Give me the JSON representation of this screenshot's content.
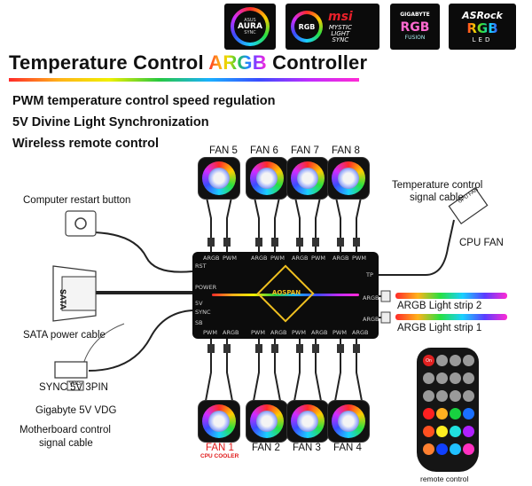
{
  "logos": {
    "aura": {
      "line1": "ASUS",
      "line2": "AURA",
      "line3": "SYNC"
    },
    "msi": {
      "brand": "msi",
      "line1": "MYSTIC",
      "line2": "LIGHT",
      "line3": "SYNC",
      "badge": "RGB"
    },
    "gigabyte": {
      "brand": "GIGABYTE",
      "line1": "RGB",
      "line2": "FUSION"
    },
    "asrock": {
      "brand": "ASRock",
      "line1": "RGB",
      "line2": "LED"
    }
  },
  "title": {
    "prefix": "Temperature Control ",
    "highlight": "ARGB",
    "suffix": " Controller"
  },
  "features": [
    "PWM temperature control speed regulation",
    "5V Divine Light Synchronization",
    "Wireless remote control"
  ],
  "fans_top": [
    "FAN 5",
    "FAN 6",
    "FAN 7",
    "FAN 8"
  ],
  "fans_bottom": [
    "FAN 1",
    "FAN 2",
    "FAN 3",
    "FAN 4"
  ],
  "fan1_sub": "CPU COOLER",
  "labels": {
    "restart": "Computer restart button",
    "sata_cable": "SATA power cable",
    "sata_plug": "SATA",
    "sync": "SYNC 5V 3PIN",
    "vdg_tag": "VDG",
    "gigabyte_vdg": "Gigabyte 5V VDG",
    "mb_signal_1": "Motherboard control",
    "mb_signal_2": "signal cable",
    "temp_signal_1": "Temperature control",
    "temp_signal_2": "signal cable",
    "cpu_fan": "CPU FAN",
    "cpu_fan_plug": "CPU FAN",
    "strip2": "ARGB Light strip 2",
    "strip1": "ARGB Light strip 1",
    "remote": "remote control"
  },
  "controller": {
    "brand": "AOSPAN",
    "top_ports": [
      "ARGB",
      "PWM",
      "ARGB",
      "PWM",
      "ARGB",
      "PWM",
      "ARGB",
      "PWM"
    ],
    "bottom_ports": [
      "PWM",
      "ARGB",
      "PWM",
      "ARGB",
      "PWM",
      "ARGB",
      "PWM",
      "ARGB"
    ],
    "left_ports": [
      "RST",
      "POWER",
      "5V",
      "SYNC",
      "SB"
    ],
    "right_ports": [
      "TP",
      "ARGB",
      "ARGB"
    ]
  },
  "remote": {
    "buttons": [
      {
        "label": "On",
        "color": "#e02020"
      },
      {
        "label": "",
        "color": "#9a9a9a"
      },
      {
        "label": "",
        "color": "#9a9a9a"
      },
      {
        "label": "",
        "color": "#9a9a9a"
      },
      {
        "label": "",
        "color": "#9a9a9a"
      },
      {
        "label": "",
        "color": "#9a9a9a"
      },
      {
        "label": "",
        "color": "#9a9a9a"
      },
      {
        "label": "",
        "color": "#9a9a9a"
      },
      {
        "label": "",
        "color": "#9a9a9a"
      },
      {
        "label": "",
        "color": "#9a9a9a"
      },
      {
        "label": "",
        "color": "#9a9a9a"
      },
      {
        "label": "",
        "color": "#9a9a9a"
      },
      {
        "label": "",
        "color": "#ff2020"
      },
      {
        "label": "",
        "color": "#ffb020"
      },
      {
        "label": "",
        "color": "#18d040"
      },
      {
        "label": "",
        "color": "#1a70ff"
      },
      {
        "label": "",
        "color": "#ff5020"
      },
      {
        "label": "",
        "color": "#ffee20"
      },
      {
        "label": "",
        "color": "#20e0e0"
      },
      {
        "label": "",
        "color": "#b020ff"
      },
      {
        "label": "",
        "color": "#ff8030"
      },
      {
        "label": "",
        "color": "#1040ff"
      },
      {
        "label": "",
        "color": "#20c0ff"
      },
      {
        "label": "",
        "color": "#ff30c0"
      }
    ]
  },
  "colors": {
    "accent_red": "#e01818",
    "controller_body": "#0c0c0c",
    "diamond": "#f0c020"
  }
}
